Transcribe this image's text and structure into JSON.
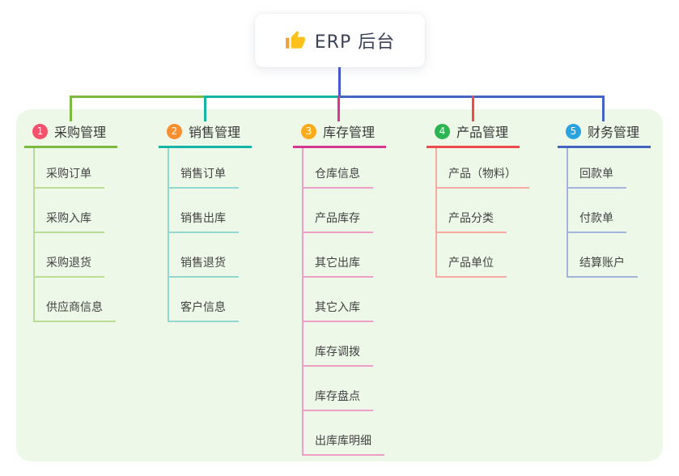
{
  "root": {
    "label": "ERP 后台",
    "icon": "thumbs-up-icon"
  },
  "colors": {
    "trunk": "#4757ce",
    "panel_bg": "#eef8e9",
    "canvas_bg": "#ffffff",
    "root_text": "#3d4356",
    "branch_text": "#383838",
    "item_text": "#424242"
  },
  "branches": [
    {
      "index": "1",
      "label": "采购管理",
      "badge_color": "#f4516c",
      "line_color": "#7cb93f",
      "sub_line_color": "#b9dc96",
      "items": [
        "采购订单",
        "采购入库",
        "采购退货",
        "供应商信息"
      ]
    },
    {
      "index": "2",
      "label": "销售管理",
      "badge_color": "#f78e30",
      "line_color": "#16b3a7",
      "sub_line_color": "#92d8d0",
      "items": [
        "销售订单",
        "销售出库",
        "销售退货",
        "客户信息"
      ]
    },
    {
      "index": "3",
      "label": "库存管理",
      "badge_color": "#fbab1c",
      "line_color": "#d63790",
      "sub_line_color": "#eca0c8",
      "items": [
        "仓库信息",
        "产品库存",
        "其它出库",
        "其它入库",
        "库存调拨",
        "库存盘点",
        "出库库明细"
      ]
    },
    {
      "index": "4",
      "label": "产品管理",
      "badge_color": "#2db553",
      "line_color": "#f04b4b",
      "sub_line_color": "#f7aaa2",
      "items": [
        "产品（物料）",
        "产品分类",
        "产品单位"
      ]
    },
    {
      "index": "5",
      "label": "财务管理",
      "badge_color": "#28a3e0",
      "line_color": "#4464c2",
      "sub_line_color": "#a3b5dc",
      "items": [
        "回款单",
        "付款单",
        "结算账户"
      ]
    }
  ]
}
